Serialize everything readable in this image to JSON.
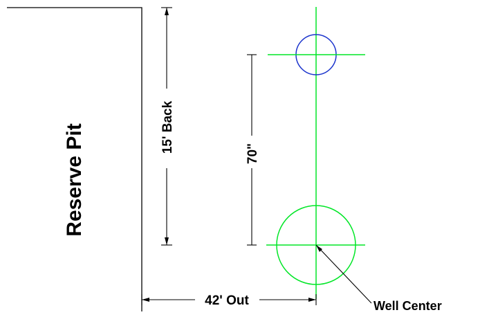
{
  "labels": {
    "reserve_pit": "Reserve Pit",
    "back_distance": "15' Back",
    "spacing": "70\"",
    "out_distance": "42' Out",
    "well_center": "Well Center"
  },
  "colors": {
    "centerline": "#00e626",
    "small_circle": "#1a33cc",
    "large_circle": "#00e626",
    "dimension": "#000000"
  }
}
